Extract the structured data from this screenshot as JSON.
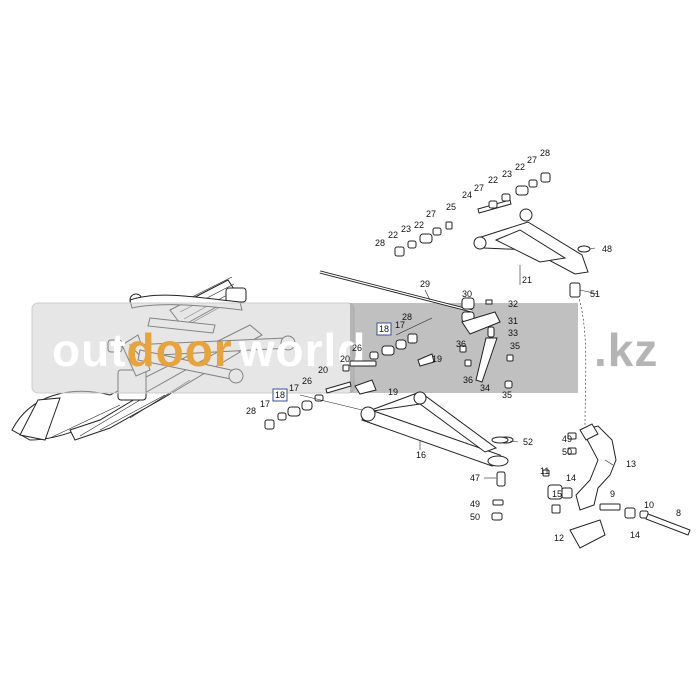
{
  "watermark": {
    "text_prefix": "out",
    "text_mid": "door",
    "text_suffix": "world",
    "domain": ".kz",
    "accent_color": "#e8a33a",
    "text_color": "#ffffff",
    "domain_color": "#b0b0b0",
    "panel_color": "#c8c8c8"
  },
  "parts": {
    "p8": "8",
    "p9": "9",
    "p10": "10",
    "p11": "11",
    "p12": "12",
    "p13": "13",
    "p14a": "14",
    "p14b": "14",
    "p15": "15",
    "p16": "16",
    "p17a": "17",
    "p17b": "17",
    "p17c": "17",
    "p18a": "18",
    "p18b": "18",
    "p19a": "19",
    "p19b": "19",
    "p20a": "20",
    "p20b": "20",
    "p21": "21",
    "p22a": "22",
    "p22b": "22",
    "p22c": "22",
    "p22d": "22",
    "p23a": "23",
    "p23b": "23",
    "p24": "24",
    "p25": "25",
    "p26a": "26",
    "p26b": "26",
    "p27a": "27",
    "p27b": "27",
    "p27c": "27",
    "p28a": "28",
    "p28b": "28",
    "p28c": "28",
    "p28d": "28",
    "p29": "29",
    "p30": "30",
    "p31": "31",
    "p32": "32",
    "p33": "33",
    "p34": "34",
    "p35a": "35",
    "p35b": "35",
    "p36a": "36",
    "p36b": "36",
    "p47": "47",
    "p48": "48",
    "p49a": "49",
    "p49b": "49",
    "p50a": "50",
    "p50b": "50",
    "p51": "51",
    "p52": "52"
  }
}
